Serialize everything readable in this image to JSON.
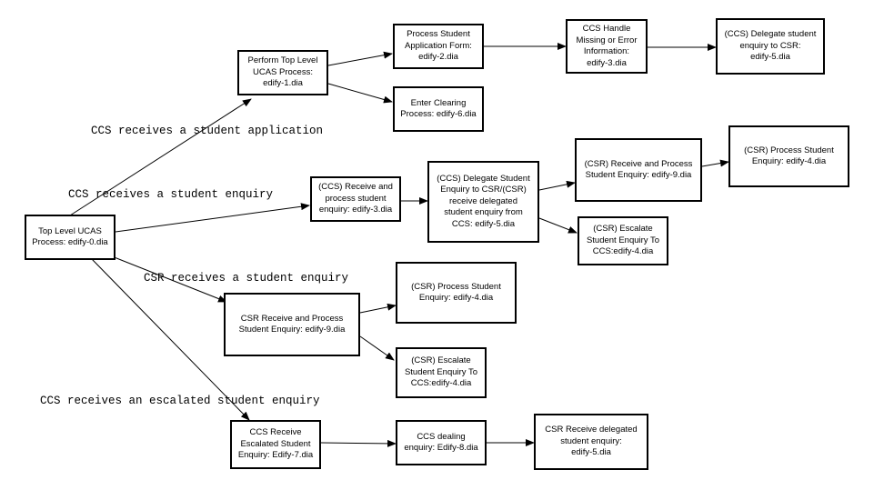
{
  "nodes": {
    "n0": "Top Level UCAS\nProcess: edify-0.dia",
    "n1": "Perform Top Level\nUCAS Process:\nedify-1.dia",
    "n2": "Process Student\nApplication Form:\nedify-2.dia",
    "n3": "CCS Handle\nMissing or Error\nInformation:\nedify-3.dia",
    "n4": "(CCS) Delegate student\nenquiry to CSR:\nedify-5.dia",
    "n5": "Enter Clearing\nProcess: edify-6.dia",
    "n6": "(CCS) Receive and\nprocess student\nenquiry: edify-3.dia",
    "n7": "(CCS) Delegate Student\nEnquiry to CSR/(CSR)\nreceive delegated\nstudent enquiry from\nCCS: edify-5.dia",
    "n8": "(CSR) Receive and Process\nStudent Enquiry: edify-9.dia",
    "n9": "(CSR) Process Student\nEnquiry: edify-4.dia",
    "n10": "(CSR) Escalate\nStudent Enquiry To\nCCS:edify-4.dia",
    "n11": "CSR Receive and Process\nStudent Enquiry: edify-9.dia",
    "n12": "(CSR) Process Student\nEnquiry: edify-4.dia",
    "n13": "(CSR) Escalate\nStudent Enquiry To\nCCS:edify-4.dia",
    "n14": "CCS Receive\nEscalated Student\nEnquiry: Edify-7.dia",
    "n15": "CCS dealing\nenquiry: Edify-8.dia",
    "n16": "CSR Receive delegated\nstudent enquiry:\nedify-5.dia"
  },
  "edge_labels": {
    "application": "CCS receives a student application",
    "enquiry": "CCS receives a student enquiry",
    "csr_enquiry": "CSR receives a student enquiry",
    "escalated": "CCS receives an escalated student enquiry"
  }
}
